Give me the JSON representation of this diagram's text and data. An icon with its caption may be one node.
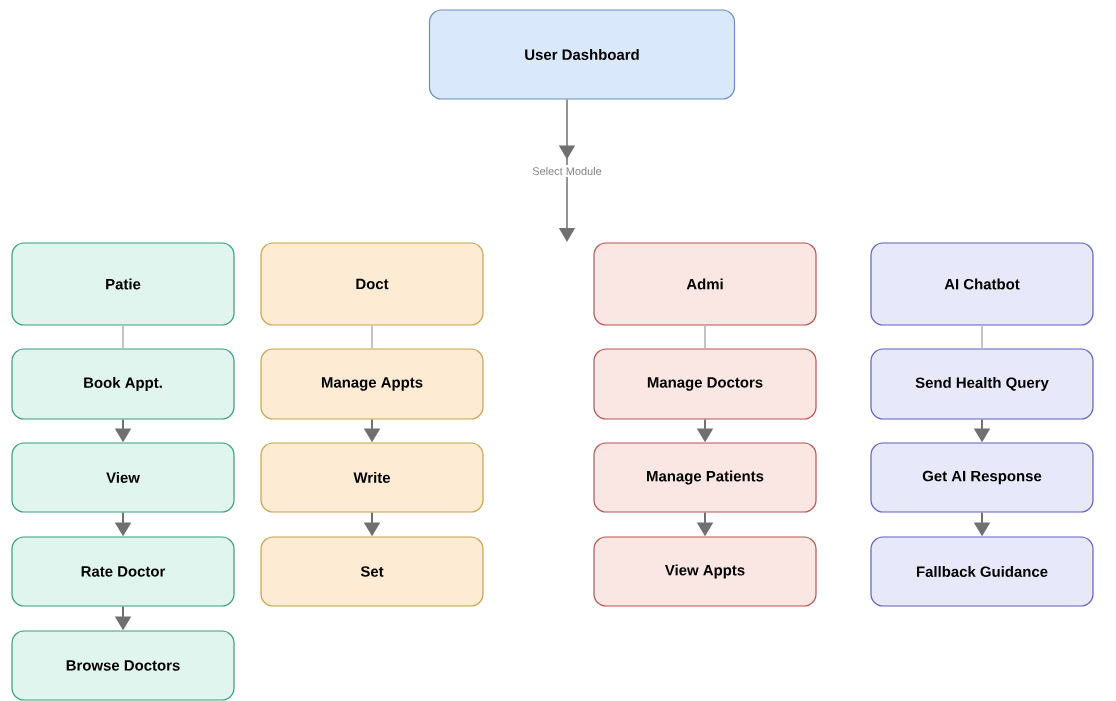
{
  "diagram": {
    "nodes": [
      {
        "text": [
          "User Dashboard"
        ]
      },
      {
        "text": [
          "Patie"
        ]
      },
      {
        "text": [
          "Book Appt."
        ]
      },
      {
        "text": [
          "View"
        ]
      },
      {
        "text": [
          "Rate Doctor"
        ]
      },
      {
        "text": [
          "Browse Doctors"
        ]
      },
      {
        "text": [
          "Doct"
        ]
      },
      {
        "text": [
          "Manage Appts"
        ]
      },
      {
        "text": [
          "Write"
        ]
      },
      {
        "text": [
          "Set"
        ]
      },
      {
        "text": [
          "Admi"
        ]
      },
      {
        "text": [
          "Manage Doctors"
        ]
      },
      {
        "text": [
          "Manage Patients"
        ]
      },
      {
        "text": [
          "View Appts"
        ]
      },
      {
        "text": [
          "AI Chatbot"
        ]
      },
      {
        "text": [
          "Send Health Query"
        ]
      },
      {
        "text": [
          "Get AI Response"
        ]
      },
      {
        "text": [
          "Fallback Guidance"
        ]
      }
    ],
    "edges": [
      {
        "from": 0,
        "to": null,
        "arrow": "to",
        "label": "Select Module"
      },
      {
        "from": 1,
        "to": 2,
        "arrow": "none",
        "color": "#c4c4c4"
      },
      {
        "from": 2,
        "to": 3,
        "arrow": "to"
      },
      {
        "from": 3,
        "to": 4,
        "arrow": "to"
      },
      {
        "from": 4,
        "to": 5,
        "arrow": "to"
      },
      {
        "from": 6,
        "to": 7,
        "arrow": "none",
        "color": "#c4c4c4"
      },
      {
        "from": 7,
        "to": 8,
        "arrow": "to"
      },
      {
        "from": 8,
        "to": 9,
        "arrow": "to"
      },
      {
        "from": 10,
        "to": 11,
        "arrow": "none",
        "color": "#c4c4c4"
      },
      {
        "from": 11,
        "to": 12,
        "arrow": "to"
      },
      {
        "from": 12,
        "to": 13,
        "arrow": "to"
      },
      {
        "from": 14,
        "to": 15,
        "arrow": "none",
        "color": "#c4c4c4"
      },
      {
        "from": 15,
        "to": 16,
        "arrow": "to"
      },
      {
        "from": 16,
        "to": 17,
        "arrow": "to"
      }
    ]
  }
}
